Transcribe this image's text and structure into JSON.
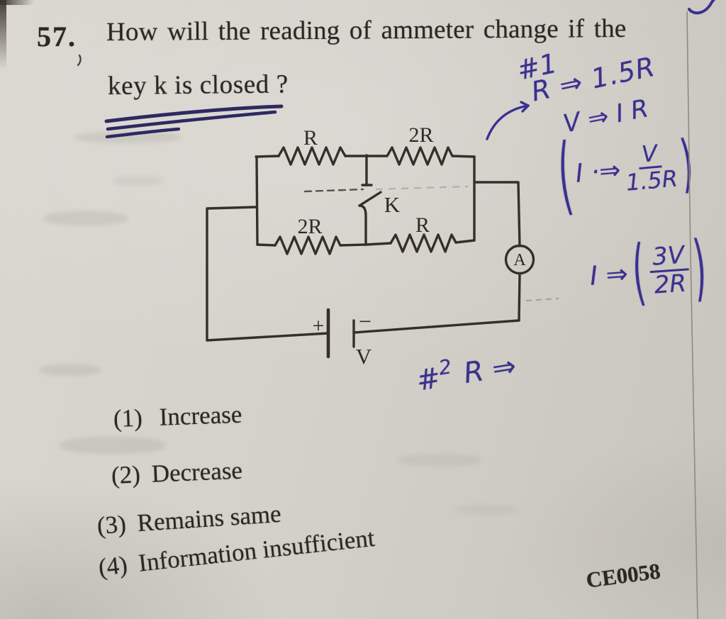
{
  "question": {
    "number": "57.",
    "line1": "How will the reading of ammeter change if the",
    "line2": "key k is closed ?"
  },
  "circuit": {
    "resistor_top_left": "R",
    "resistor_top_right": "2R",
    "resistor_bottom_left": "2R",
    "resistor_bottom_right": "R",
    "key_label": "K",
    "ammeter_label": "A",
    "battery_plus": "+",
    "battery_minus": "−",
    "battery_label": "V"
  },
  "handwriting": {
    "tag1": "#1",
    "eq1": "R ⇒ 1.5R",
    "eq2": "V ⇒ I R",
    "expr1": {
      "open": "(",
      "lead": "I ·⇒",
      "numerator": "V",
      "denominator": "1.5R",
      "close": ")"
    },
    "expr2": {
      "lead": "I ⇒",
      "open": "(",
      "numerator": "3V",
      "denominator": "2R",
      "close": ")"
    },
    "tag2": {
      "hash": "#",
      "sup": "2",
      "rest": "R ⇒"
    }
  },
  "options": [
    {
      "num": "(1)",
      "label": "Increase"
    },
    {
      "num": "(2)",
      "label": "Decrease"
    },
    {
      "num": "(3)",
      "label": "Remains same"
    },
    {
      "num": "(4)",
      "label": "Information insufficient"
    }
  ],
  "code": "CE0058",
  "colors": {
    "paper": "#d3d0c9",
    "printed_ink": "#2b2823",
    "pen_ink": "#3a318f",
    "underline_ink": "#2d2961",
    "margin_line": "#8d8a7f"
  }
}
